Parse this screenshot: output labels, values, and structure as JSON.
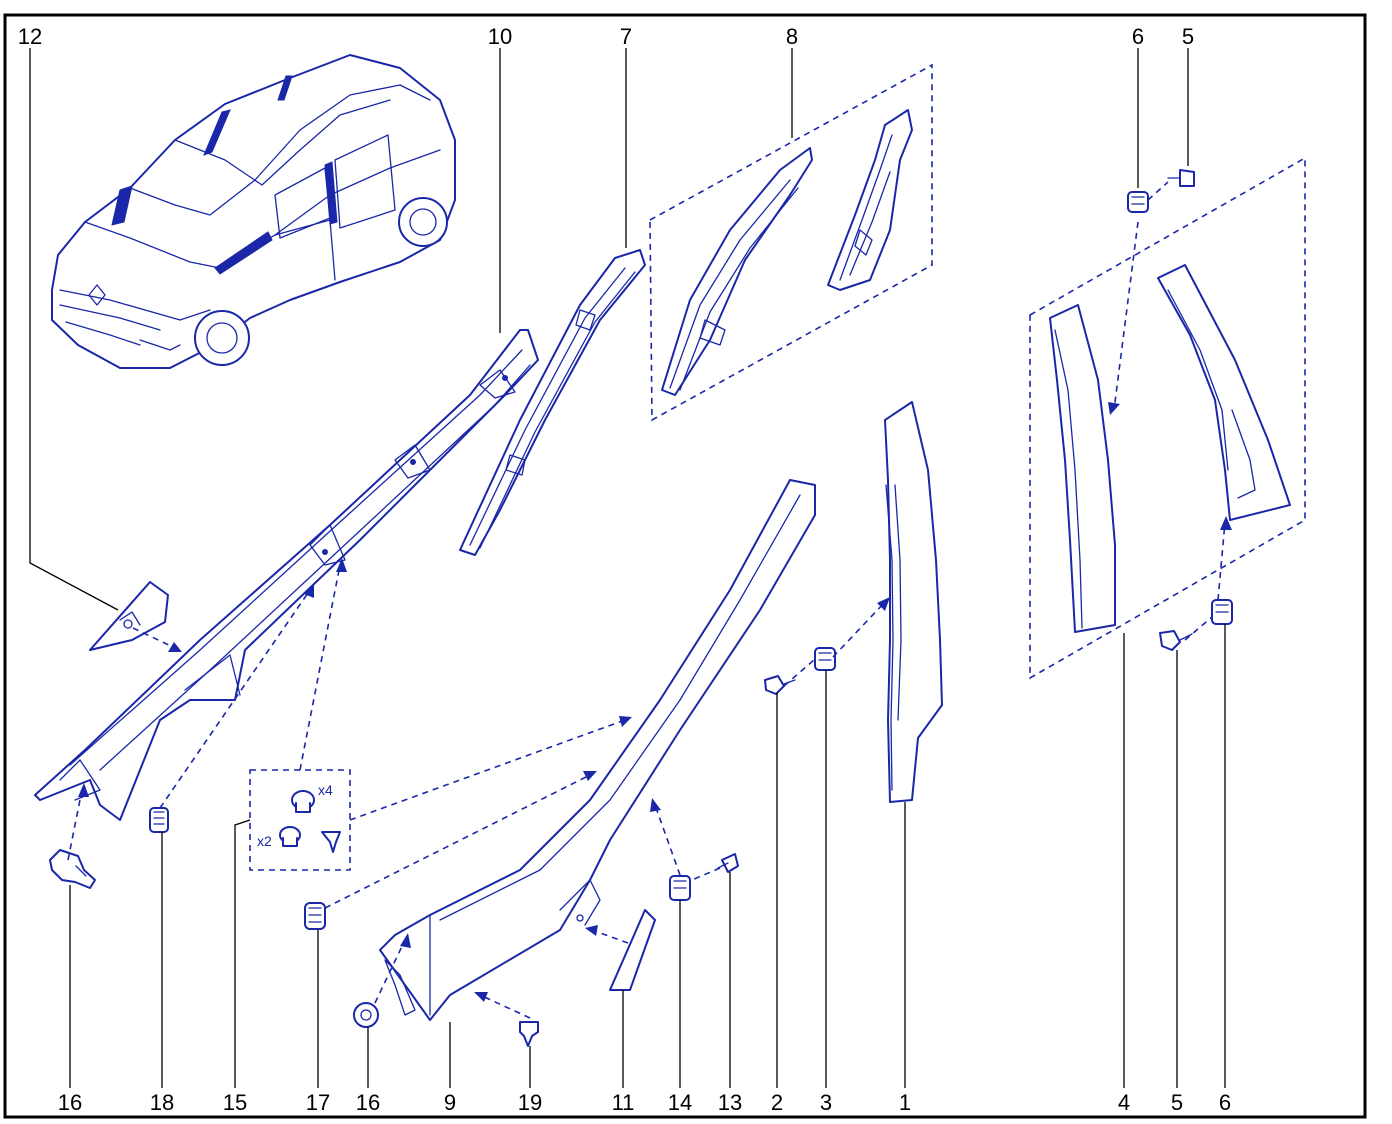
{
  "callouts_top": [
    "12",
    "10",
    "7",
    "8",
    "6",
    "5"
  ],
  "callouts_bottom": [
    "16",
    "18",
    "15",
    "17",
    "16",
    "9",
    "19",
    "11",
    "14",
    "13",
    "2",
    "3",
    "1",
    "4",
    "5",
    "6"
  ],
  "quantities": {
    "clip_set_a": "x4",
    "clip_set_b": "x2"
  },
  "colors": {
    "line": "#1a27a8",
    "frame": "#000000",
    "label": "#000000"
  }
}
